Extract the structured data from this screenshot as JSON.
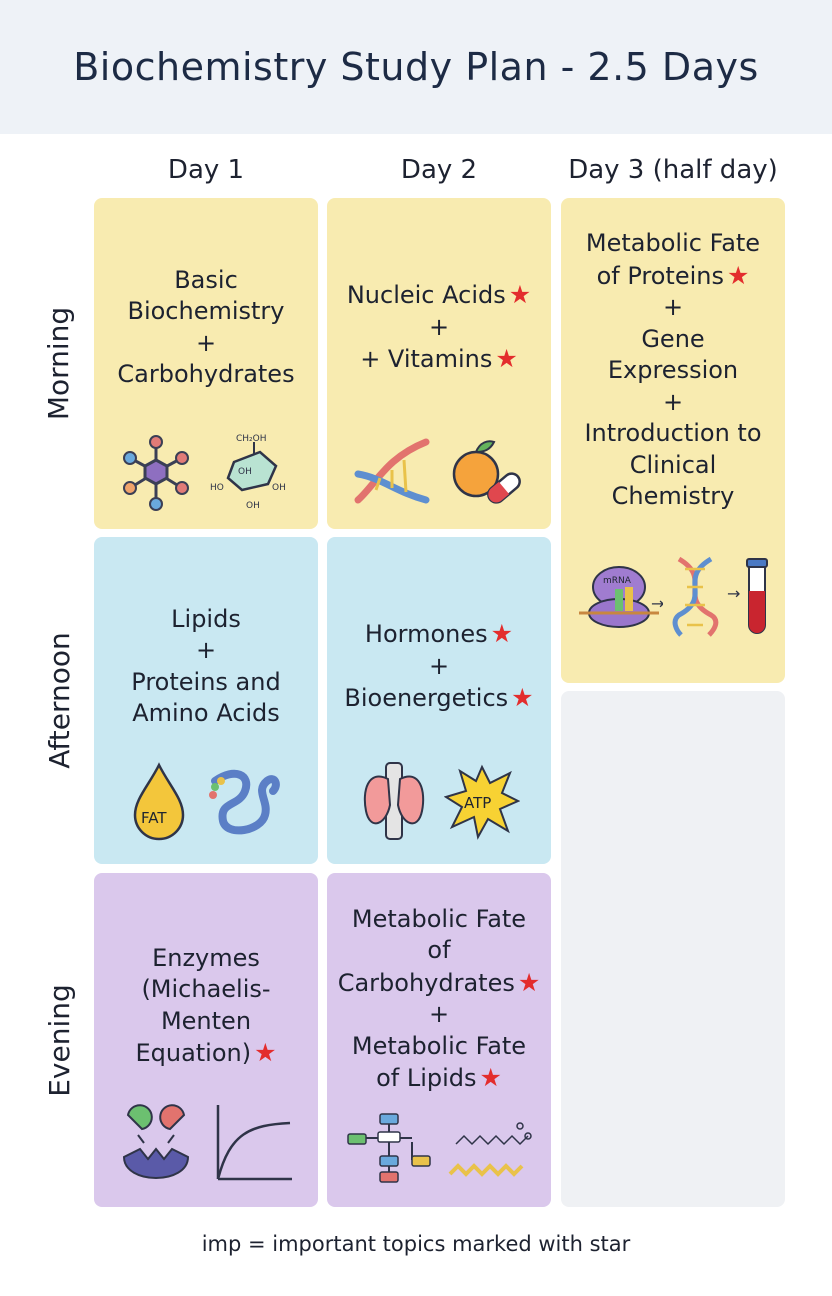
{
  "title": "Biochemistry Study Plan - 2.5 Days",
  "columns": [
    "Day 1",
    "Day 2",
    "Day 3 (half day)"
  ],
  "rows": [
    "Morning",
    "Afternoon",
    "Evening"
  ],
  "colors": {
    "morning": "#f8ebb0",
    "afternoon": "#c9e8f2",
    "evening": "#dac8ec",
    "empty": "#eff1f4",
    "star": "#e32d2d"
  },
  "cells": {
    "d1_morning": {
      "lines": [
        "Basic",
        "Biochemistry",
        "+",
        "Carbohydrates"
      ],
      "icons": [
        "molecule-icon",
        "glucose-ring-icon"
      ]
    },
    "d2_morning": {
      "lines": [
        "Nucleic Acids",
        "+",
        "+ Vitamins"
      ],
      "starred": [
        0,
        2
      ],
      "icons": [
        "dna-icon",
        "fruit-pill-icon"
      ]
    },
    "d3_morning": {
      "lines": [
        "Metabolic Fate",
        "of Proteins",
        "+",
        "Gene",
        "Expression",
        "+",
        "Introduction to",
        "Clinical",
        "Chemistry"
      ],
      "starred": [
        1
      ],
      "icons": [
        "ribosome-icon",
        "dna-helix-icon",
        "test-tube-icon"
      ]
    },
    "d1_afternoon": {
      "lines": [
        "Lipids",
        "+",
        "Proteins and",
        "Amino Acids"
      ],
      "icons": [
        "fat-drop-icon",
        "protein-chain-icon"
      ]
    },
    "d2_afternoon": {
      "lines": [
        "Hormones",
        "+",
        "Bioenergetics"
      ],
      "starred": [
        0,
        2
      ],
      "icons": [
        "thyroid-icon",
        "atp-icon"
      ]
    },
    "d1_evening": {
      "lines": [
        "Enzymes",
        "(Michaelis-",
        "Menten",
        "Equation)"
      ],
      "starred": [
        3
      ],
      "icons": [
        "enzyme-icon",
        "curve-graph-icon"
      ]
    },
    "d2_evening": {
      "lines": [
        "Metabolic Fate",
        "of",
        "Carbohydrates",
        "+",
        "Metabolic Fate",
        "of Lipids"
      ],
      "starred": [
        2,
        5
      ],
      "icons": [
        "flowchart-icon",
        "fatty-acid-icon"
      ]
    }
  },
  "glucose_labels": [
    "CH₂OH",
    "OH",
    "HO",
    "OH",
    "OH"
  ],
  "fat_label": "FAT",
  "atp_label": "ATP",
  "mrna_label": "mRNA",
  "footer": "imp = important topics marked with star"
}
